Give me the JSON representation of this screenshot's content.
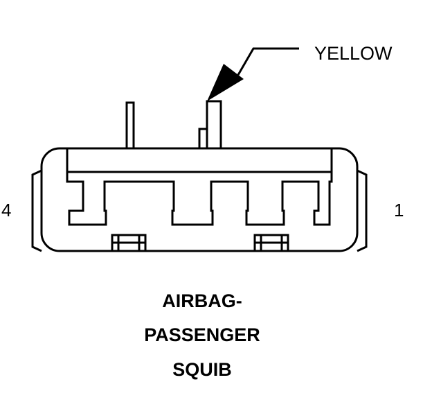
{
  "labels": {
    "wire_color": "YELLOW",
    "pin_left": "4",
    "pin_right": "1"
  },
  "title": {
    "line1": "AIRBAG-",
    "line2": "PASSENGER",
    "line3": "SQUIB"
  }
}
